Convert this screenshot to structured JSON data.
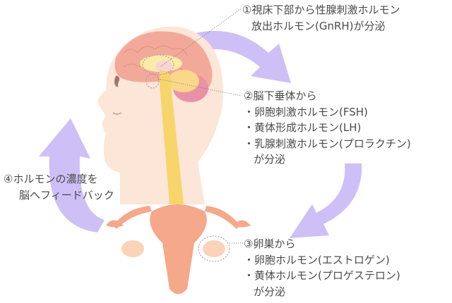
{
  "colors": {
    "arrow": "#c9b8f5",
    "skin": "#fbe6d8",
    "brain": "#f2a99a",
    "spine": "#f8d56a",
    "uterus": "#f6a88a",
    "text": "#4a4a4a"
  },
  "labels": {
    "hypothalamus": {
      "line1": "①視床下部から性腺刺激ホルモン",
      "line2": "放出ホルモン(GnRH)が分泌"
    },
    "pituitary": {
      "title": "②脳下垂体から",
      "items": [
        "・卵胞刺激ホルモン(FSH)",
        "・黄体形成ホルモン(LH)",
        "・乳腺刺激ホルモン(プロラクチン)"
      ],
      "tail": "が分泌"
    },
    "ovary": {
      "title": "③卵巣から",
      "items": [
        "・卵胞ホルモン(エストロゲン)",
        "・黄体ホルモン(プロゲステロン)"
      ],
      "tail": "が分泌"
    },
    "feedback": {
      "line1": "④ホルモンの濃度を",
      "line2": "脳へフィードバック"
    }
  }
}
